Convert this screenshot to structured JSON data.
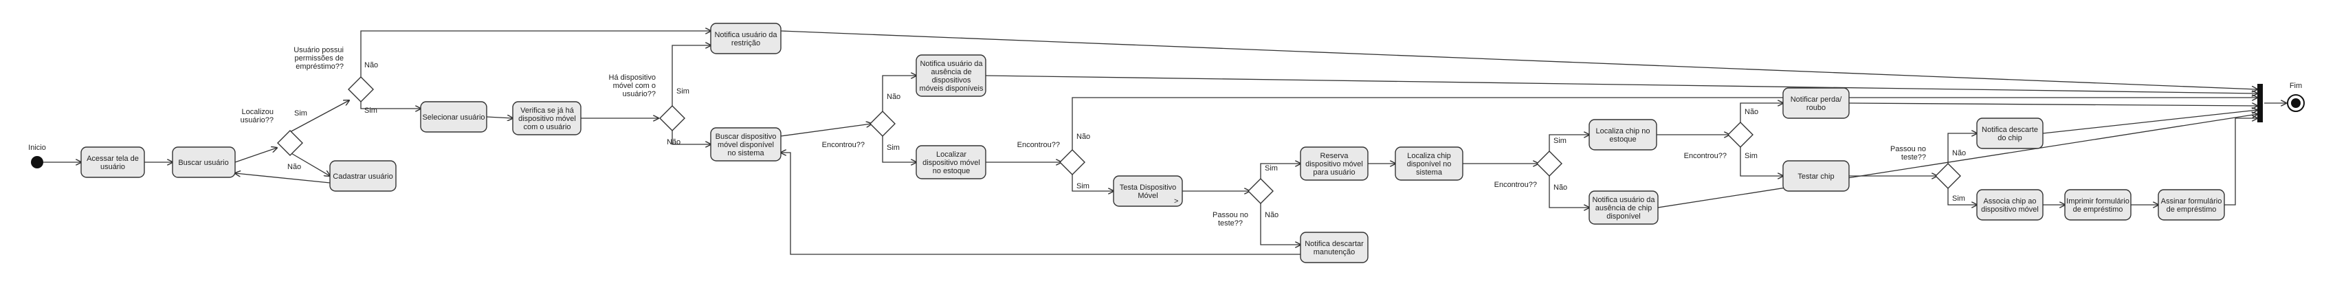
{
  "start_label": "Inicio",
  "end_label": "Fim",
  "nodes": {
    "acessar": [
      "Acessar tela de",
      "usuário"
    ],
    "buscar_usuario": [
      "Buscar usuário"
    ],
    "cadastrar": [
      "Cadastrar usuário"
    ],
    "selecionar": [
      "Selecionar usuário"
    ],
    "verifica": [
      "Verifica se já há",
      "dispositivo móvel",
      "com o usuário"
    ],
    "notifica_restricao": [
      "Notifica usuário da",
      "restrição"
    ],
    "buscar_disp": [
      "Buscar dispositivo",
      "móvel disponível",
      "no sistema"
    ],
    "notifica_ausencia_disp": [
      "Notifica usuário da",
      "ausência de",
      "dispositivos",
      "móveis disponíveis"
    ],
    "localizar_estoque": [
      "Localizar",
      "dispositivo móvel",
      "no estoque"
    ],
    "testa_disp": [
      "Testa Dispositivo",
      "Móvel"
    ],
    "reserva": [
      "Reserva",
      "dispositivo móvel",
      "para usuário"
    ],
    "notifica_descarte_manut": [
      "Notifica descartar",
      "manutenção"
    ],
    "localiza_chip_sistema": [
      "Localiza chip",
      "disponível no",
      "sistema"
    ],
    "localiza_chip_estoque": [
      "Localiza chip no",
      "estoque"
    ],
    "notifica_ausencia_chip": [
      "Notifica usuário da",
      "ausência de chip",
      "disponível"
    ],
    "notificar_perda": [
      "Notificar perda/",
      "roubo"
    ],
    "testar_chip": [
      "Testar chip"
    ],
    "notifica_descarte_chip": [
      "Notifica descarte",
      "do chip"
    ],
    "associa_chip": [
      "Associa chip ao",
      "dispositivo móvel"
    ],
    "imprimir": [
      "Imprimir formulário",
      "de empréstimo"
    ],
    "assinar": [
      "Assinar formulário",
      "de empréstimo"
    ]
  },
  "decisions": {
    "localizou": [
      "Localizou",
      "usuário??"
    ],
    "permissoes": [
      "Usuário possui",
      "permissões de",
      "empréstimo??"
    ],
    "ha_disp": [
      "Há dispositivo",
      "móvel com o",
      "usuário??"
    ],
    "encontrou1": [
      "Encontrou??"
    ],
    "encontrou2": [
      "Encontrou??"
    ],
    "passou1": [
      "Passou no",
      "teste??"
    ],
    "encontrou3": [
      "Encontrou??"
    ],
    "encontrou4": [
      "Encontrou??"
    ],
    "passou2": [
      "Passou no",
      "teste??"
    ]
  },
  "guards": {
    "sim": "Sim",
    "nao": "Não"
  },
  "sub_activity_marker": ">"
}
